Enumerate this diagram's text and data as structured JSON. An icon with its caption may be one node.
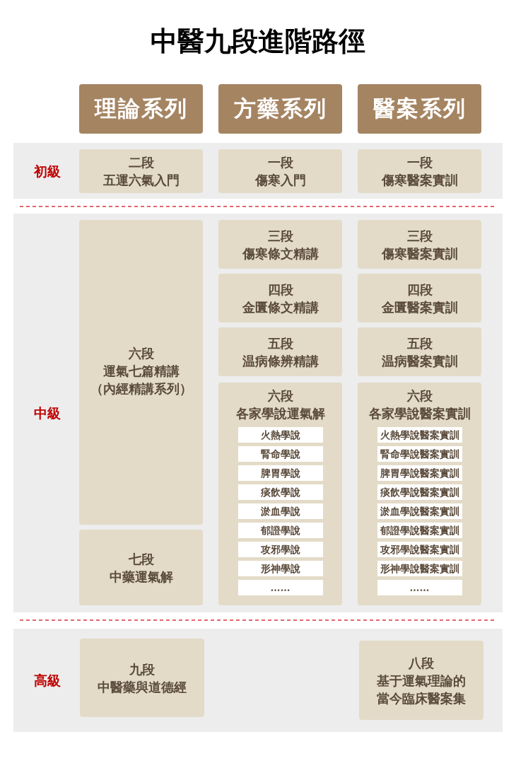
{
  "diagram": {
    "title": "中醫九段進階路徑",
    "nodes": [
      {
        "text": [
          "理論系列"
        ]
      },
      {
        "text": [
          "方藥系列"
        ]
      },
      {
        "text": [
          "醫案系列"
        ]
      },
      {
        "text": [
          "初級"
        ]
      },
      {
        "text": [
          "二段",
          "五運六氣入門"
        ],
        "in": 3
      },
      {
        "text": [
          "一段",
          "傷寒入門"
        ],
        "in": 3
      },
      {
        "text": [
          "一段",
          "傷寒醫案實訓"
        ],
        "in": 3
      },
      {
        "text": [
          "中級"
        ]
      },
      {
        "text": [
          "六段",
          "運氣七篇精講",
          "（內經精講系列）"
        ],
        "in": 7
      },
      {
        "text": [
          "七段",
          "中藥運氣解"
        ],
        "in": 7
      },
      {
        "text": [
          "三段",
          "傷寒條文精講"
        ],
        "in": 7
      },
      {
        "text": [
          "三段",
          "傷寒醫案實訓"
        ],
        "in": 7
      },
      {
        "text": [
          "四段",
          "金匱條文精講"
        ],
        "in": 7
      },
      {
        "text": [
          "四段",
          "金匱醫案實訓"
        ],
        "in": 7
      },
      {
        "text": [
          "五段",
          "温病條辨精講"
        ],
        "in": 7
      },
      {
        "text": [
          "五段",
          "温病醫案實訓"
        ],
        "in": 7
      },
      {
        "text": [
          "六段",
          "各家學說運氣解"
        ],
        "in": 7
      },
      {
        "text": [
          "火熱學說"
        ],
        "in": 16
      },
      {
        "text": [
          "腎命學說"
        ],
        "in": 16
      },
      {
        "text": [
          "脾胃學說"
        ],
        "in": 16
      },
      {
        "text": [
          "痰飲學說"
        ],
        "in": 16
      },
      {
        "text": [
          "淤血學說"
        ],
        "in": 16
      },
      {
        "text": [
          "郁證學說"
        ],
        "in": 16
      },
      {
        "text": [
          "攻邪學說"
        ],
        "in": 16
      },
      {
        "text": [
          "形神學說"
        ],
        "in": 16
      },
      {
        "text": [
          "……"
        ],
        "in": 16
      },
      {
        "text": [
          "六段",
          "各家學說醫案實訓"
        ],
        "in": 7
      },
      {
        "text": [
          "火熱學說醫案實訓"
        ],
        "in": 26
      },
      {
        "text": [
          "腎命學說醫案實訓"
        ],
        "in": 26
      },
      {
        "text": [
          "脾胃學說醫案實訓"
        ],
        "in": 26
      },
      {
        "text": [
          "痰飲學說醫案實訓"
        ],
        "in": 26
      },
      {
        "text": [
          "淤血學說醫案實訓"
        ],
        "in": 26
      },
      {
        "text": [
          "郁證學說醫案實訓"
        ],
        "in": 26
      },
      {
        "text": [
          "攻邪學說醫案實訓"
        ],
        "in": 26
      },
      {
        "text": [
          "形神學說醫案實訓"
        ],
        "in": 26
      },
      {
        "text": [
          "……"
        ],
        "in": 26
      },
      {
        "text": [
          "高級"
        ]
      },
      {
        "text": [
          "九段",
          "中醫藥與道德經"
        ],
        "in": 36
      },
      {
        "text": [
          "八段",
          "基于運氣理論的當今臨床醫案集"
        ],
        "in": 36
      }
    ]
  }
}
